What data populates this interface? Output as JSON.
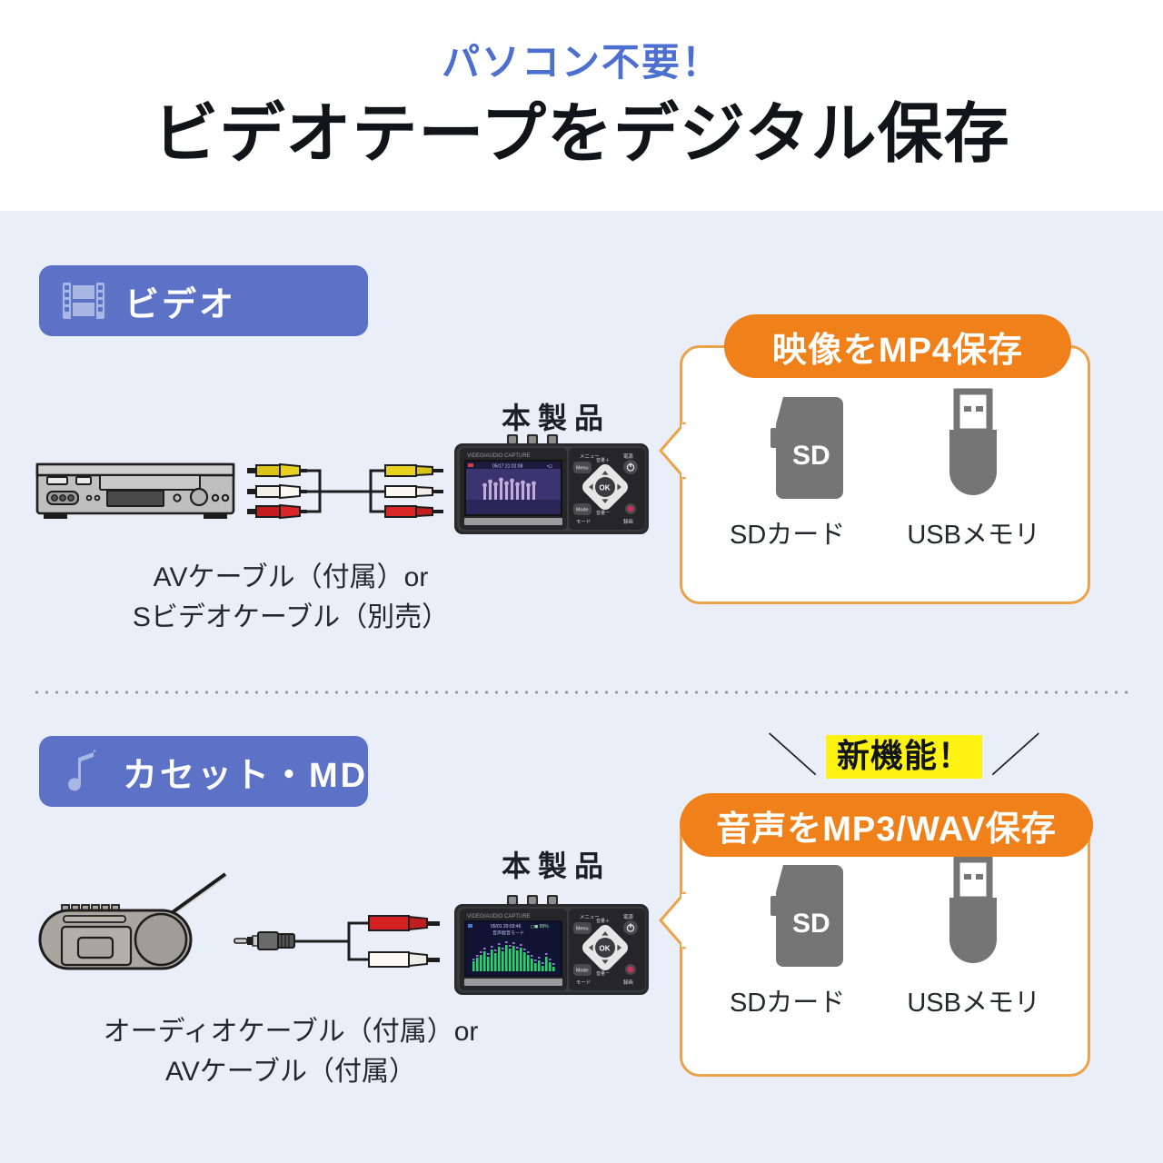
{
  "header": {
    "kicker": "パソコン不要！",
    "headline": "ビデオテープをデジタル保存",
    "kicker_color": "#4d6fd0",
    "headline_color": "#111418"
  },
  "theme": {
    "panel_background": "#eaeef8",
    "category_badge_color": "#5b72c6",
    "output_badge_color": "#f08019",
    "output_card_border": "#edA24a",
    "highlight_yellow": "#fdf211",
    "icon_gray": "#757575"
  },
  "sections": [
    {
      "id": "video",
      "category": {
        "label": "ビデオ",
        "icon": "film-strip-icon"
      },
      "source_device": "vcr-illustration",
      "cable_caption": [
        "AVケーブル（付属）or",
        "Sビデオケーブル（別売）"
      ],
      "product_label": "本製品",
      "device_screen": {
        "brand_text": "VIDEO/AUDIO CAPTURE",
        "status_text": "05/17 21:02:08",
        "mode": "video-playback"
      },
      "output": {
        "badge": "映像をMP4保存",
        "targets": [
          {
            "label": "SDカード",
            "icon": "sd-card-icon",
            "icon_text": "SD"
          },
          {
            "label": "USBメモリ",
            "icon": "usb-memory-icon"
          }
        ]
      }
    },
    {
      "id": "audio",
      "category": {
        "label": "カセット・MD",
        "icon": "music-note-icon"
      },
      "source_device": "radio-cassette-illustration",
      "cable_caption": [
        "オーディオケーブル（付属）or",
        "AVケーブル（付属）"
      ],
      "product_label": "本製品",
      "device_screen": {
        "brand_text": "VIDEO/AUDIO CAPTURE",
        "status_text": "05/01 20:03:46",
        "mode_text": "音声録音モード",
        "mode": "audio-spectrum"
      },
      "new_feature_flag": "新機能！",
      "output": {
        "badge": "音声をMP3/WAV保存",
        "targets": [
          {
            "label": "SDカード",
            "icon": "sd-card-icon",
            "icon_text": "SD"
          },
          {
            "label": "USBメモリ",
            "icon": "usb-memory-icon"
          }
        ]
      }
    }
  ],
  "device_controls": {
    "menu_top": "メニュー",
    "menu_button": "Menu",
    "power_top": "電源",
    "volume_up": "音量＋",
    "volume_down": "音量ー",
    "ok": "OK",
    "mode_button": "Mode",
    "mode_label": "モード",
    "record_label": "録画"
  }
}
